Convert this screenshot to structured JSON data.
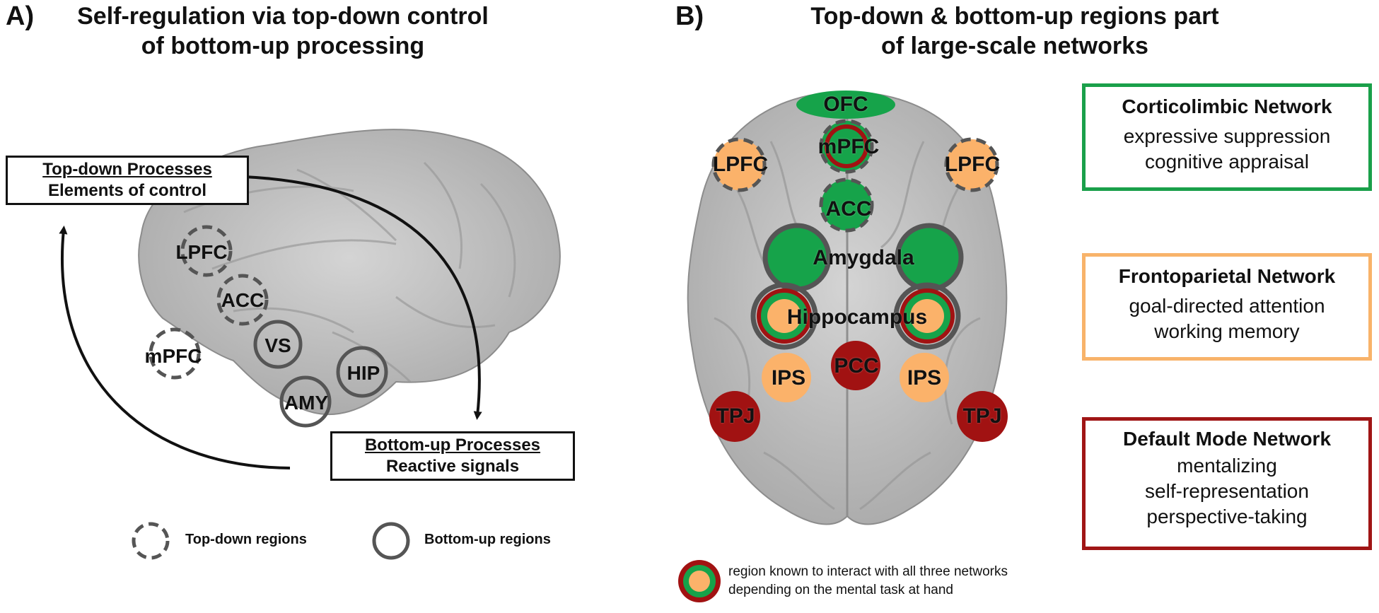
{
  "panel_a": {
    "letter": "A)",
    "title_line1": "Self-regulation via top-down control",
    "title_line2": "of bottom-up processing",
    "topdown_box": {
      "line1": "Top-down Processes",
      "line2": "Elements of control"
    },
    "bottomup_box": {
      "line1": "Bottom-up Processes",
      "line2": "Reactive signals"
    },
    "regions": {
      "lpfc": "LPFC",
      "acc": "ACC",
      "mpfc": "mPFC",
      "vs": "VS",
      "hip": "HIP",
      "amy": "AMY"
    },
    "legend": {
      "topdown": "Top-down regions",
      "bottomup": "Bottom-up regions"
    }
  },
  "panel_b": {
    "letter": "B)",
    "title_line1": "Top-down & bottom-up regions part",
    "title_line2": "of large-scale networks",
    "regions": {
      "ofc": "OFC",
      "mpfc": "mPFC",
      "lpfc_left": "LPFC",
      "lpfc_right": "LPFC",
      "acc": "ACC",
      "amygdala": "Amygdala",
      "hippocampus": "Hippocampus",
      "pcc": "PCC",
      "ips_left": "IPS",
      "ips_right": "IPS",
      "tpj_left": "TPJ",
      "tpj_right": "TPJ"
    },
    "networks": [
      {
        "title": "Corticolimbic Network",
        "lines": [
          "expressive suppression",
          "cognitive appraisal"
        ],
        "color": "#1aa04a"
      },
      {
        "title": "Frontoparietal Network",
        "lines": [
          "goal-directed attention",
          "working memory"
        ],
        "color": "#f8b36a"
      },
      {
        "title": "Default Mode Network",
        "lines": [
          "mentalizing",
          "self-representation",
          "perspective-taking"
        ],
        "color": "#a01515"
      }
    ],
    "legend": {
      "line1": "region known to interact with all three networks",
      "line2": "depending on the mental task at hand"
    }
  },
  "colors": {
    "green": "#16a34a",
    "orange": "#fbb26a",
    "red": "#a11212",
    "gray_ring": "#555555",
    "brain": "#b4b4b4"
  }
}
